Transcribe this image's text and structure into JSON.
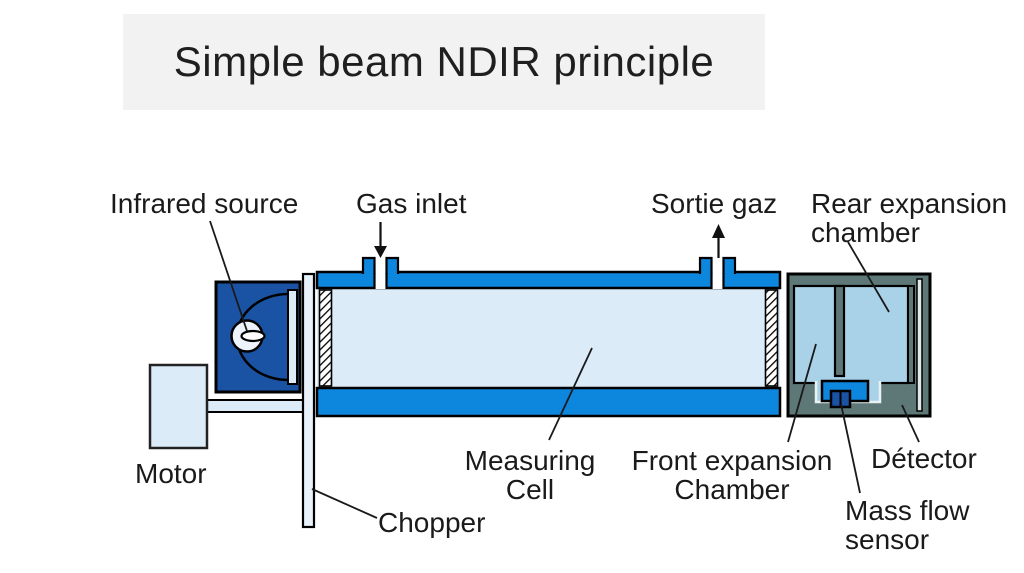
{
  "title": "Simple beam NDIR principle",
  "labels": {
    "infrared_source": "Infrared source",
    "gas_inlet": "Gas inlet",
    "sortie_gaz": "Sortie gaz",
    "rear_expansion_chamber": "Rear expansion\nchamber",
    "motor": "Motor",
    "measuring_cell": "Measuring\nCell",
    "front_expansion_chamber": "Front expansion\nChamber",
    "detector": "Détector",
    "mass_flow_sensor": "Mass flow\nsensor",
    "chopper": "Chopper"
  },
  "colors": {
    "title_bg": "#f2f2f2",
    "text": "#1a1a1a",
    "wall_blue": "#0d86dd",
    "dark_blue": "#1a53a4",
    "light_blue": "#dcebf8",
    "lighter_blue": "#e9f1fa",
    "chamber_blue": "#a9d2e8",
    "detector_gray": "#5e7878",
    "outline": "#000000"
  }
}
